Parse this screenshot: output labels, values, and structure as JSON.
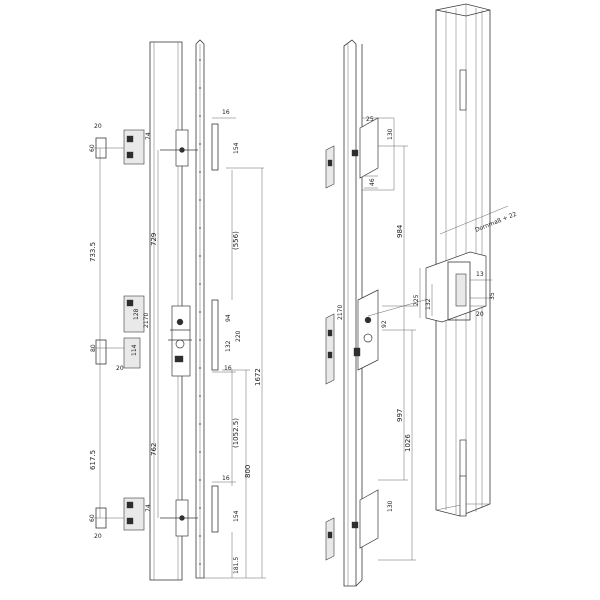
{
  "left_drawing": {
    "dims": {
      "d20_top": "20",
      "d60_top": "60",
      "d733": "733.5",
      "d729": "729",
      "d16_top": "16",
      "d154_top": "154",
      "d556": "(556)",
      "d128": "128",
      "d2170": "2170",
      "d94": "94",
      "d80": "80",
      "d114": "114",
      "d132": "132",
      "d220": "220",
      "d1672": "1672",
      "d20_mid": "20",
      "d16_mid": "16",
      "d617": "617.5",
      "d762": "762",
      "d1052": "(1052.5)",
      "d800": "800",
      "d16_bot": "16",
      "d60_bot": "60",
      "d74_top": "74",
      "d74_bot": "74",
      "d154_bot": "154",
      "d20_bot": "20",
      "d181": "181.5"
    }
  },
  "right_drawing": {
    "dims": {
      "d25": "25",
      "d130_top": "130",
      "d46": "46",
      "d984": "984",
      "dornmass": "Dornmaß + 22",
      "d225": "225",
      "d132": "132",
      "d92": "92",
      "d2170": "2170",
      "d13": "13",
      "d35": "35",
      "d20": "20",
      "d997": "997",
      "d1026": "1026",
      "d130_bot": "130"
    }
  }
}
